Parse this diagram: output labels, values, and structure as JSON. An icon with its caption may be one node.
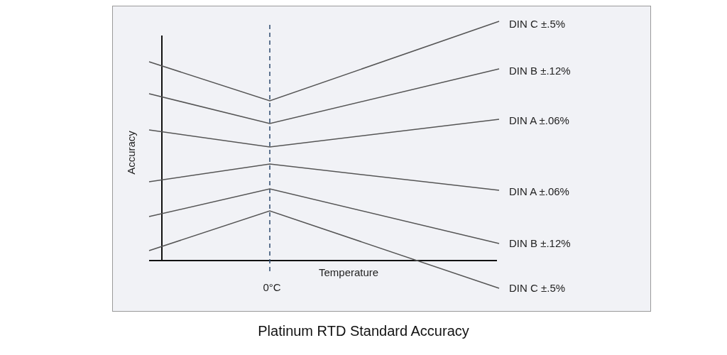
{
  "diagram": {
    "caption": "Platinum RTD Standard Accuracy",
    "labels": [
      "DIN C ±.5%",
      "DIN B ±.12%",
      "DIN A ±.06%",
      "Accuracy",
      "DIN A ±.06%",
      "DIN B ±.12%",
      "0°C",
      "Temperature",
      "DIN C ±.5%"
    ]
  }
}
